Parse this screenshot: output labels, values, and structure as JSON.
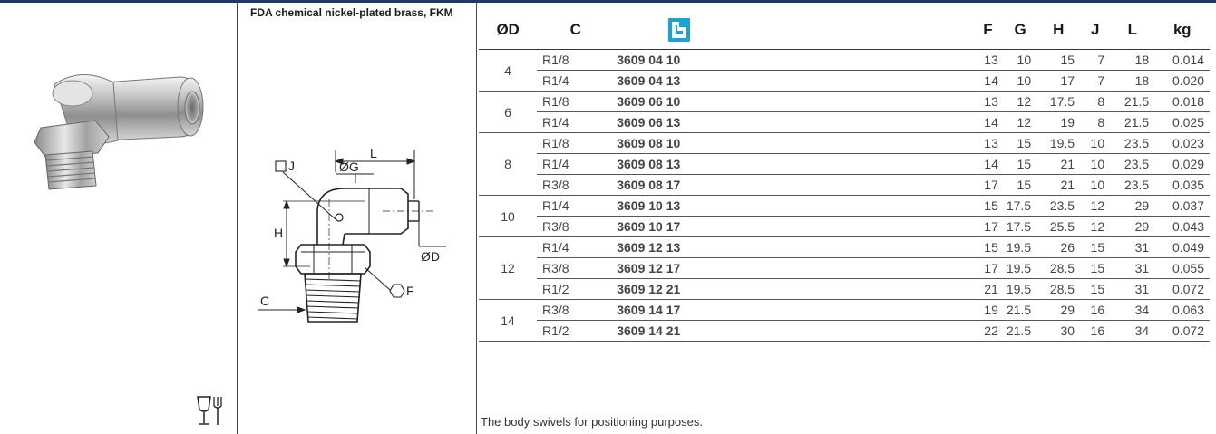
{
  "product": {
    "material": "FDA chemical nickel-plated brass, FKM",
    "note": "The body swivels for positioning purposes."
  },
  "icons": {
    "food_contact": "glass-fork-icon",
    "brand": "brand-logo-icon"
  },
  "drawing": {
    "labels": {
      "L": "L",
      "J": "J",
      "G": "ØG",
      "H": "H",
      "D": "ØD",
      "F": "F",
      "C": "C"
    }
  },
  "colors": {
    "code": "#1aa3d6",
    "rule": "#1c3a6b",
    "logo": "#1aa3d6"
  },
  "table": {
    "headers": {
      "d": "ØD",
      "c": "C",
      "f": "F",
      "g": "G",
      "h": "H",
      "j": "J",
      "l": "L",
      "kg": "kg"
    },
    "groups": [
      {
        "d": "4",
        "rows": [
          {
            "c": "R1/8",
            "code": "3609 04 10",
            "f": "13",
            "g": "10",
            "h": "15",
            "j": "7",
            "l": "18",
            "kg": "0.014"
          },
          {
            "c": "R1/4",
            "code": "3609 04 13",
            "f": "14",
            "g": "10",
            "h": "17",
            "j": "7",
            "l": "18",
            "kg": "0.020"
          }
        ]
      },
      {
        "d": "6",
        "rows": [
          {
            "c": "R1/8",
            "code": "3609 06 10",
            "f": "13",
            "g": "12",
            "h": "17.5",
            "j": "8",
            "l": "21.5",
            "kg": "0.018"
          },
          {
            "c": "R1/4",
            "code": "3609 06 13",
            "f": "14",
            "g": "12",
            "h": "19",
            "j": "8",
            "l": "21.5",
            "kg": "0.025"
          }
        ]
      },
      {
        "d": "8",
        "rows": [
          {
            "c": "R1/8",
            "code": "3609 08 10",
            "f": "13",
            "g": "15",
            "h": "19.5",
            "j": "10",
            "l": "23.5",
            "kg": "0.023"
          },
          {
            "c": "R1/4",
            "code": "3609 08 13",
            "f": "14",
            "g": "15",
            "h": "21",
            "j": "10",
            "l": "23.5",
            "kg": "0.029"
          },
          {
            "c": "R3/8",
            "code": "3609 08 17",
            "f": "17",
            "g": "15",
            "h": "21",
            "j": "10",
            "l": "23.5",
            "kg": "0.035"
          }
        ]
      },
      {
        "d": "10",
        "rows": [
          {
            "c": "R1/4",
            "code": "3609 10 13",
            "f": "15",
            "g": "17.5",
            "h": "23.5",
            "j": "12",
            "l": "29",
            "kg": "0.037"
          },
          {
            "c": "R3/8",
            "code": "3609 10 17",
            "f": "17",
            "g": "17.5",
            "h": "25.5",
            "j": "12",
            "l": "29",
            "kg": "0.043"
          }
        ]
      },
      {
        "d": "12",
        "rows": [
          {
            "c": "R1/4",
            "code": "3609 12 13",
            "f": "15",
            "g": "19.5",
            "h": "26",
            "j": "15",
            "l": "31",
            "kg": "0.049"
          },
          {
            "c": "R3/8",
            "code": "3609 12 17",
            "f": "17",
            "g": "19.5",
            "h": "28.5",
            "j": "15",
            "l": "31",
            "kg": "0.055"
          },
          {
            "c": "R1/2",
            "code": "3609 12 21",
            "f": "21",
            "g": "19.5",
            "h": "28.5",
            "j": "15",
            "l": "31",
            "kg": "0.072"
          }
        ]
      },
      {
        "d": "14",
        "rows": [
          {
            "c": "R3/8",
            "code": "3609 14 17",
            "f": "19",
            "g": "21.5",
            "h": "29",
            "j": "16",
            "l": "34",
            "kg": "0.063"
          },
          {
            "c": "R1/2",
            "code": "3609 14 21",
            "f": "22",
            "g": "21.5",
            "h": "30",
            "j": "16",
            "l": "34",
            "kg": "0.072"
          }
        ]
      }
    ]
  }
}
